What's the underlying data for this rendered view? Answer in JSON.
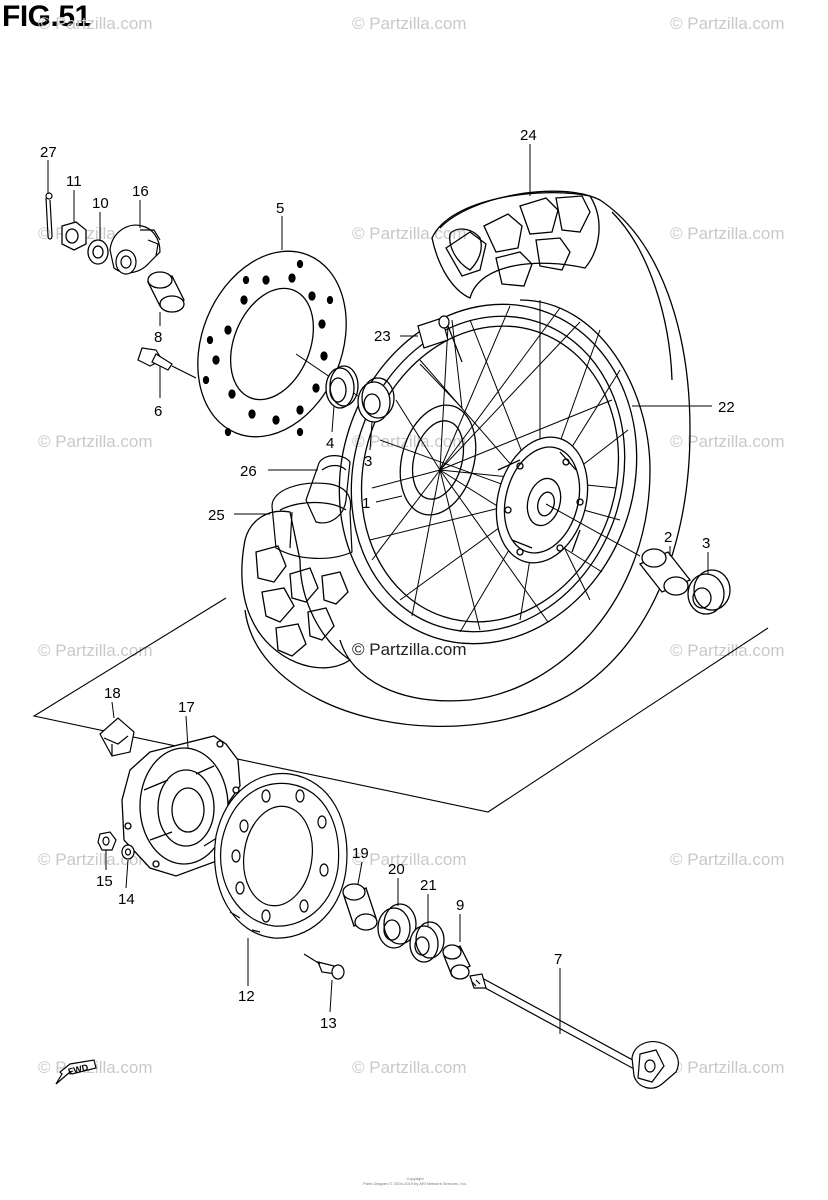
{
  "figure": {
    "title": "FIG.51",
    "center_watermark": "© Partzilla.com",
    "copyright_lines": [
      "Copyright",
      "Parts Diagram © 2004-2019 by ARI Network Services, Inc."
    ],
    "fwd_label": "FWD"
  },
  "watermark": {
    "text": "© Partzilla.com",
    "color": "#c9c9c9"
  },
  "callouts": {
    "c27": "27",
    "c11": "11",
    "c10": "10",
    "c16": "16",
    "c8": "8",
    "c6": "6",
    "c5": "5",
    "c24": "24",
    "c23": "23",
    "c4": "4",
    "c3a": "3",
    "c22": "22",
    "c26": "26",
    "c1": "1",
    "c25": "25",
    "c2": "2",
    "c3b": "3",
    "c18": "18",
    "c17": "17",
    "c15": "15",
    "c14": "14",
    "c19": "19",
    "c20": "20",
    "c21": "21",
    "c9": "9",
    "c7": "7",
    "c12": "12",
    "c13": "13"
  }
}
